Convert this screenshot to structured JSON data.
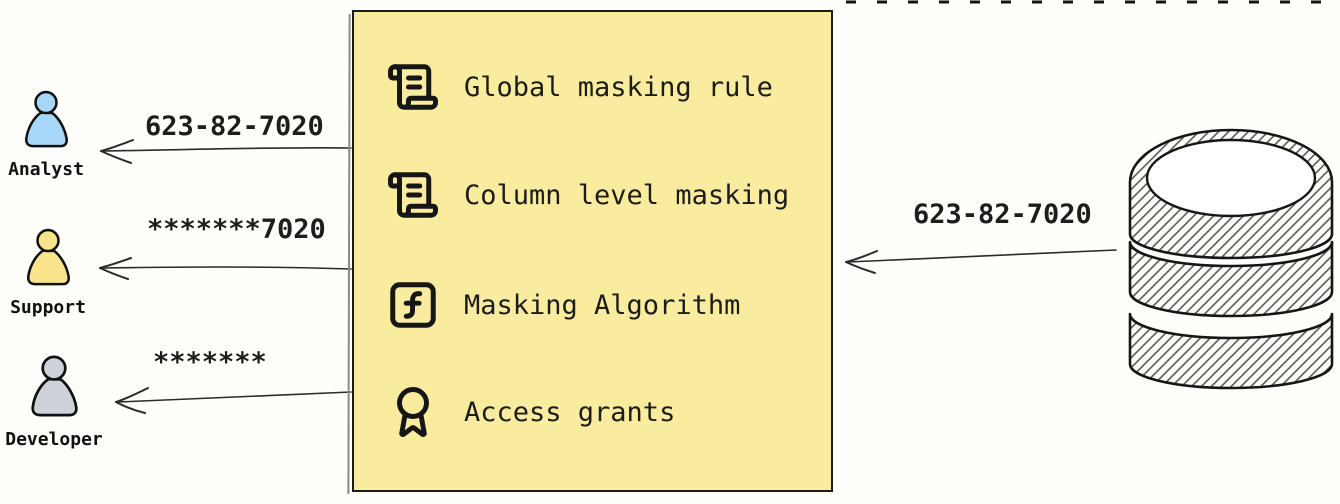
{
  "actors": [
    {
      "name": "Analyst",
      "received_value": "623-82-7020",
      "fill": "#a6d6f8"
    },
    {
      "name": "Support",
      "received_value": "*******7020",
      "fill": "#f9e48c"
    },
    {
      "name": "Developer",
      "received_value": "*******",
      "fill": "#cdd2d8"
    }
  ],
  "masking_box": {
    "fill": "#faec9e",
    "border_color": "#1b1b1b",
    "items": [
      {
        "icon": "scroll-text-icon",
        "label": "Global masking rule"
      },
      {
        "icon": "scroll-text-icon",
        "label": "Column level masking"
      },
      {
        "icon": "square-function-icon",
        "label": "Masking Algorithm"
      },
      {
        "icon": "award-icon",
        "label": "Access grants"
      }
    ]
  },
  "database": {
    "icon": "database-icon",
    "outgoing_value": "623-82-7020"
  },
  "colors": {
    "arrow": "#2b2b2b",
    "icon_stroke": "#161616",
    "hatch": "#4d4d4d"
  }
}
